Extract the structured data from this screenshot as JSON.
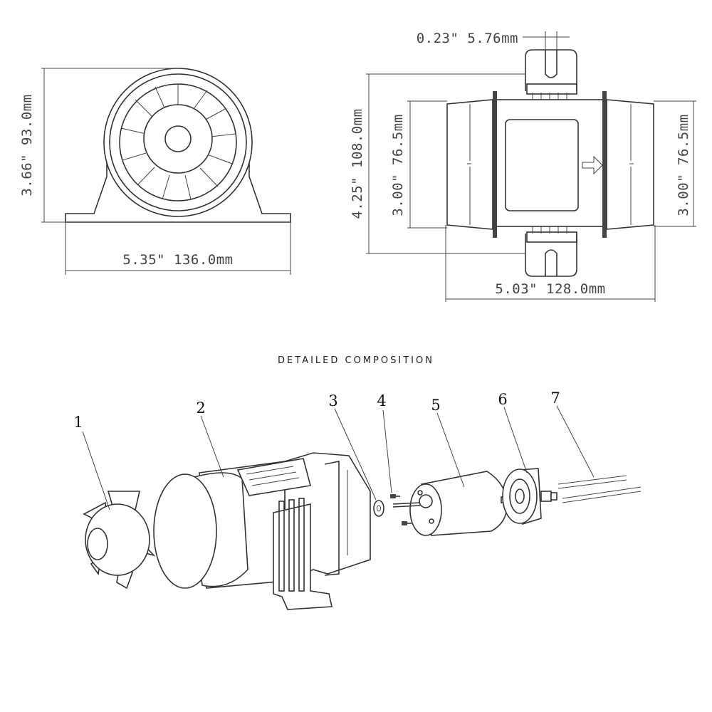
{
  "dimensions": {
    "front_height": "3.66\" 93.0mm",
    "front_width": "5.35\" 136.0mm",
    "slot_width": "0.23\" 5.76mm",
    "side_outer_height": "4.25\" 108.0mm",
    "side_inner_height_left": "3.00\" 76.5mm",
    "side_inner_height_right": "3.00\" 76.5mm",
    "side_length": "5.03\" 128.0mm"
  },
  "composition": {
    "title": "DETAILED COMPOSITION",
    "callouts": [
      "1",
      "2",
      "3",
      "4",
      "5",
      "6",
      "7"
    ]
  }
}
